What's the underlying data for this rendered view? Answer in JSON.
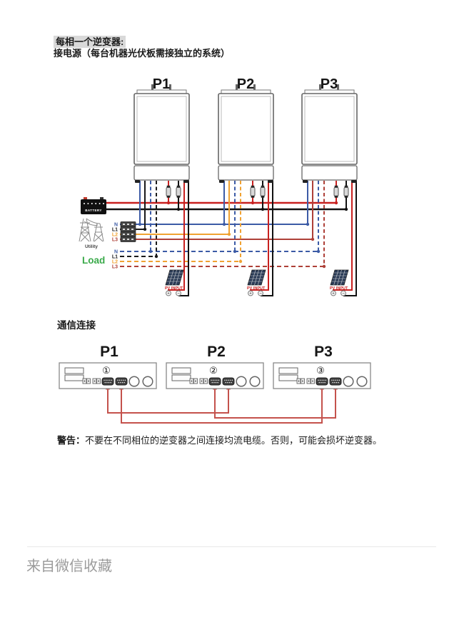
{
  "page": {
    "title_highlight": "每相一个逆变器:",
    "subtitle": "接电源（每台机器光伏板需接独立的系统）",
    "comm_section_title": "通信连接",
    "warning_label": "警告：",
    "warning_text": "不要在不同相位的逆变器之间连接均流电缆。否则，可能会损坏逆变器。",
    "footer_text": "来自微信收藏"
  },
  "power_diagram": {
    "inverter_labels": [
      "P1",
      "P2",
      "P3"
    ],
    "battery_label": "BATTERY",
    "utility_label": "Utility",
    "load_label": "Load",
    "ac_line_labels": [
      "N",
      "L1",
      "L2",
      "L3"
    ],
    "pv_input_label": "PV INPUT",
    "pv_terminal_plus": "+",
    "pv_terminal_minus": "−",
    "colors": {
      "battery_positive_red": "#c8201f",
      "battery_negative_black": "#111111",
      "line_n_blue": "#3c5ba6",
      "line_l1_black": "#1a1a1a",
      "line_l2_orange": "#f0a232",
      "line_l3_red": "#ae4038",
      "load_label_green": "#3aaa4a",
      "pv_label_red": "#c8201f"
    }
  },
  "comm_diagram": {
    "unit_labels": [
      "P1",
      "P2",
      "P3"
    ],
    "unit_numbers": [
      "①",
      "②",
      "③"
    ],
    "cable_color": "#c4524c"
  }
}
